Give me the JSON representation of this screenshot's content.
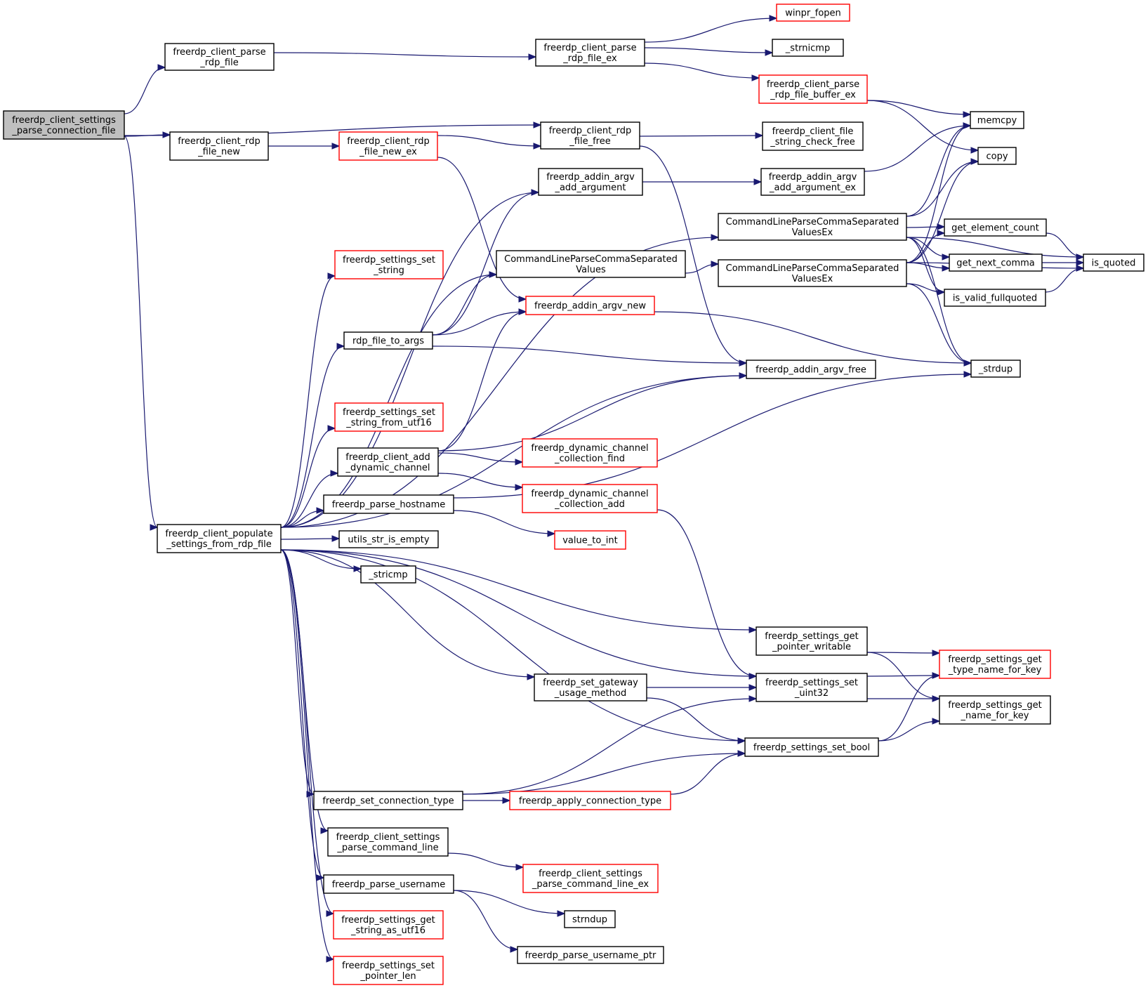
{
  "colors": {
    "edge": "#191970",
    "node_border": "#000000",
    "node_border_truncated": "#ff0000",
    "root_fill": "#bfbfbf",
    "node_fill": "#ffffff"
  },
  "graph": {
    "root": "freerdp_client_settings_parse_connection_file",
    "nodes": [
      {
        "id": "root",
        "lines": [
          "freerdp_client_settings",
          "_parse_connection_file"
        ],
        "style": "root"
      },
      {
        "id": "parse_rdp_file",
        "lines": [
          "freerdp_client_parse",
          "_rdp_file"
        ],
        "style": "normal"
      },
      {
        "id": "parse_rdp_file_ex",
        "lines": [
          "freerdp_client_parse",
          "_rdp_file_ex"
        ],
        "style": "normal"
      },
      {
        "id": "winpr_fopen",
        "lines": [
          "winpr_fopen"
        ],
        "style": "red"
      },
      {
        "id": "strnicmp",
        "lines": [
          "_strnicmp"
        ],
        "style": "normal"
      },
      {
        "id": "parse_buffer_ex",
        "lines": [
          "freerdp_client_parse",
          "_rdp_file_buffer_ex"
        ],
        "style": "red"
      },
      {
        "id": "memcpy",
        "lines": [
          "memcpy"
        ],
        "style": "normal"
      },
      {
        "id": "copy",
        "lines": [
          "copy"
        ],
        "style": "normal"
      },
      {
        "id": "rdp_file_new",
        "lines": [
          "freerdp_client_rdp",
          "_file_new"
        ],
        "style": "normal"
      },
      {
        "id": "rdp_file_new_ex",
        "lines": [
          "freerdp_client_rdp",
          "_file_new_ex"
        ],
        "style": "red"
      },
      {
        "id": "rdp_file_free",
        "lines": [
          "freerdp_client_rdp",
          "_file_free"
        ],
        "style": "normal"
      },
      {
        "id": "file_string_check_free",
        "lines": [
          "freerdp_client_file",
          "_string_check_free"
        ],
        "style": "normal"
      },
      {
        "id": "addin_argv_add_argument",
        "lines": [
          "freerdp_addin_argv",
          "_add_argument"
        ],
        "style": "normal"
      },
      {
        "id": "addin_argv_add_argument_ex",
        "lines": [
          "freerdp_addin_argv",
          "_add_argument_ex"
        ],
        "style": "normal"
      },
      {
        "id": "cmdline_csv_ex_top",
        "lines": [
          "CommandLineParseCommaSeparated",
          "ValuesEx"
        ],
        "style": "normal"
      },
      {
        "id": "get_element_count",
        "lines": [
          "get_element_count"
        ],
        "style": "normal"
      },
      {
        "id": "is_quoted",
        "lines": [
          "is_quoted"
        ],
        "style": "normal"
      },
      {
        "id": "settings_set_string",
        "lines": [
          "freerdp_settings_set",
          "_string"
        ],
        "style": "red"
      },
      {
        "id": "cmdline_csv",
        "lines": [
          "CommandLineParseCommaSeparated",
          "Values"
        ],
        "style": "normal"
      },
      {
        "id": "cmdline_csv_ex",
        "lines": [
          "CommandLineParseCommaSeparated",
          "ValuesEx"
        ],
        "style": "normal"
      },
      {
        "id": "get_next_comma",
        "lines": [
          "get_next_comma"
        ],
        "style": "normal"
      },
      {
        "id": "is_valid_fullquoted",
        "lines": [
          "is_valid_fullquoted"
        ],
        "style": "normal"
      },
      {
        "id": "addin_argv_new",
        "lines": [
          "freerdp_addin_argv_new"
        ],
        "style": "red"
      },
      {
        "id": "rdp_file_to_args",
        "lines": [
          "rdp_file_to_args"
        ],
        "style": "normal"
      },
      {
        "id": "addin_argv_free",
        "lines": [
          "freerdp_addin_argv_free"
        ],
        "style": "normal"
      },
      {
        "id": "strdup",
        "lines": [
          "_strdup"
        ],
        "style": "normal"
      },
      {
        "id": "set_string_from_utf16",
        "lines": [
          "freerdp_settings_set",
          "_string_from_utf16"
        ],
        "style": "red"
      },
      {
        "id": "client_add_dynamic_channel",
        "lines": [
          "freerdp_client_add",
          "_dynamic_channel"
        ],
        "style": "normal"
      },
      {
        "id": "dyn_channel_find",
        "lines": [
          "freerdp_dynamic_channel",
          "_collection_find"
        ],
        "style": "red"
      },
      {
        "id": "dyn_channel_add",
        "lines": [
          "freerdp_dynamic_channel",
          "_collection_add"
        ],
        "style": "red"
      },
      {
        "id": "populate_settings",
        "lines": [
          "freerdp_client_populate",
          "_settings_from_rdp_file"
        ],
        "style": "normal"
      },
      {
        "id": "parse_hostname",
        "lines": [
          "freerdp_parse_hostname"
        ],
        "style": "normal"
      },
      {
        "id": "value_to_int",
        "lines": [
          "value_to_int"
        ],
        "style": "red"
      },
      {
        "id": "utils_str_is_empty",
        "lines": [
          "utils_str_is_empty"
        ],
        "style": "normal"
      },
      {
        "id": "stricmp",
        "lines": [
          "_stricmp"
        ],
        "style": "normal"
      },
      {
        "id": "get_pointer_writable",
        "lines": [
          "freerdp_settings_get",
          "_pointer_writable"
        ],
        "style": "normal"
      },
      {
        "id": "get_type_name_for_key",
        "lines": [
          "freerdp_settings_get",
          "_type_name_for_key"
        ],
        "style": "red"
      },
      {
        "id": "set_gateway_usage_method",
        "lines": [
          "freerdp_set_gateway",
          "_usage_method"
        ],
        "style": "normal"
      },
      {
        "id": "settings_set_uint32",
        "lines": [
          "freerdp_settings_set",
          "_uint32"
        ],
        "style": "normal"
      },
      {
        "id": "get_name_for_key",
        "lines": [
          "freerdp_settings_get",
          "_name_for_key"
        ],
        "style": "normal"
      },
      {
        "id": "settings_set_bool",
        "lines": [
          "freerdp_settings_set_bool"
        ],
        "style": "normal"
      },
      {
        "id": "set_connection_type",
        "lines": [
          "freerdp_set_connection_type"
        ],
        "style": "normal"
      },
      {
        "id": "apply_connection_type",
        "lines": [
          "freerdp_apply_connection_type"
        ],
        "style": "red"
      },
      {
        "id": "parse_command_line",
        "lines": [
          "freerdp_client_settings",
          "_parse_command_line"
        ],
        "style": "normal"
      },
      {
        "id": "parse_command_line_ex",
        "lines": [
          "freerdp_client_settings",
          "_parse_command_line_ex"
        ],
        "style": "red"
      },
      {
        "id": "parse_username",
        "lines": [
          "freerdp_parse_username"
        ],
        "style": "normal"
      },
      {
        "id": "strndup",
        "lines": [
          "strndup"
        ],
        "style": "normal"
      },
      {
        "id": "parse_username_ptr",
        "lines": [
          "freerdp_parse_username_ptr"
        ],
        "style": "normal"
      },
      {
        "id": "get_string_as_utf16",
        "lines": [
          "freerdp_settings_get",
          "_string_as_utf16"
        ],
        "style": "red"
      },
      {
        "id": "set_pointer_len",
        "lines": [
          "freerdp_settings_set",
          "_pointer_len"
        ],
        "style": "red"
      }
    ],
    "edges": [
      [
        "root",
        "parse_rdp_file"
      ],
      [
        "root",
        "rdp_file_free"
      ],
      [
        "root",
        "rdp_file_new"
      ],
      [
        "root",
        "populate_settings"
      ],
      [
        "parse_rdp_file",
        "parse_rdp_file_ex"
      ],
      [
        "parse_rdp_file_ex",
        "winpr_fopen"
      ],
      [
        "parse_rdp_file_ex",
        "strnicmp"
      ],
      [
        "parse_rdp_file_ex",
        "parse_buffer_ex"
      ],
      [
        "parse_buffer_ex",
        "memcpy"
      ],
      [
        "parse_buffer_ex",
        "copy"
      ],
      [
        "rdp_file_new",
        "rdp_file_new_ex"
      ],
      [
        "rdp_file_new_ex",
        "rdp_file_free"
      ],
      [
        "rdp_file_new_ex",
        "addin_argv_new"
      ],
      [
        "rdp_file_free",
        "file_string_check_free"
      ],
      [
        "rdp_file_free",
        "addin_argv_free"
      ],
      [
        "addin_argv_add_argument",
        "addin_argv_add_argument_ex"
      ],
      [
        "addin_argv_add_argument_ex",
        "memcpy"
      ],
      [
        "cmdline_csv_ex_top",
        "memcpy"
      ],
      [
        "cmdline_csv_ex_top",
        "copy"
      ],
      [
        "cmdline_csv_ex_top",
        "get_element_count"
      ],
      [
        "cmdline_csv_ex_top",
        "is_quoted"
      ],
      [
        "cmdline_csv_ex_top",
        "get_next_comma"
      ],
      [
        "cmdline_csv_ex_top",
        "is_valid_fullquoted"
      ],
      [
        "cmdline_csv_ex_top",
        "strdup"
      ],
      [
        "cmdline_csv",
        "cmdline_csv_ex"
      ],
      [
        "cmdline_csv_ex",
        "memcpy"
      ],
      [
        "cmdline_csv_ex",
        "copy"
      ],
      [
        "cmdline_csv_ex",
        "get_element_count"
      ],
      [
        "cmdline_csv_ex",
        "get_next_comma"
      ],
      [
        "cmdline_csv_ex",
        "is_valid_fullquoted"
      ],
      [
        "cmdline_csv_ex",
        "is_quoted"
      ],
      [
        "cmdline_csv_ex",
        "strdup"
      ],
      [
        "get_element_count",
        "is_quoted"
      ],
      [
        "get_next_comma",
        "is_quoted"
      ],
      [
        "is_valid_fullquoted",
        "is_quoted"
      ],
      [
        "addin_argv_new",
        "strdup"
      ],
      [
        "rdp_file_to_args",
        "addin_argv_add_argument"
      ],
      [
        "rdp_file_to_args",
        "cmdline_csv"
      ],
      [
        "rdp_file_to_args",
        "addin_argv_new"
      ],
      [
        "rdp_file_to_args",
        "addin_argv_free"
      ],
      [
        "client_add_dynamic_channel",
        "addin_argv_new"
      ],
      [
        "client_add_dynamic_channel",
        "addin_argv_free"
      ],
      [
        "client_add_dynamic_channel",
        "dyn_channel_find"
      ],
      [
        "client_add_dynamic_channel",
        "dyn_channel_add"
      ],
      [
        "dyn_channel_add",
        "settings_set_uint32"
      ],
      [
        "parse_hostname",
        "value_to_int"
      ],
      [
        "parse_hostname",
        "strdup"
      ],
      [
        "populate_settings",
        "addin_argv_add_argument"
      ],
      [
        "populate_settings",
        "cmdline_csv_ex_top"
      ],
      [
        "populate_settings",
        "settings_set_string"
      ],
      [
        "populate_settings",
        "cmdline_csv"
      ],
      [
        "populate_settings",
        "rdp_file_to_args"
      ],
      [
        "populate_settings",
        "addin_argv_free"
      ],
      [
        "populate_settings",
        "set_string_from_utf16"
      ],
      [
        "populate_settings",
        "client_add_dynamic_channel"
      ],
      [
        "populate_settings",
        "parse_hostname"
      ],
      [
        "populate_settings",
        "utils_str_is_empty"
      ],
      [
        "populate_settings",
        "stricmp"
      ],
      [
        "populate_settings",
        "get_pointer_writable"
      ],
      [
        "populate_settings",
        "settings_set_uint32"
      ],
      [
        "populate_settings",
        "set_gateway_usage_method"
      ],
      [
        "populate_settings",
        "settings_set_bool"
      ],
      [
        "populate_settings",
        "set_connection_type"
      ],
      [
        "populate_settings",
        "parse_command_line"
      ],
      [
        "populate_settings",
        "parse_username"
      ],
      [
        "populate_settings",
        "get_string_as_utf16"
      ],
      [
        "populate_settings",
        "set_pointer_len"
      ],
      [
        "get_pointer_writable",
        "get_type_name_for_key"
      ],
      [
        "get_pointer_writable",
        "get_name_for_key"
      ],
      [
        "set_gateway_usage_method",
        "settings_set_uint32"
      ],
      [
        "set_gateway_usage_method",
        "settings_set_bool"
      ],
      [
        "settings_set_uint32",
        "get_type_name_for_key"
      ],
      [
        "settings_set_uint32",
        "get_name_for_key"
      ],
      [
        "settings_set_bool",
        "get_type_name_for_key"
      ],
      [
        "settings_set_bool",
        "get_name_for_key"
      ],
      [
        "set_connection_type",
        "settings_set_uint32"
      ],
      [
        "set_connection_type",
        "apply_connection_type"
      ],
      [
        "set_connection_type",
        "settings_set_bool"
      ],
      [
        "apply_connection_type",
        "settings_set_bool"
      ],
      [
        "parse_command_line",
        "parse_command_line_ex"
      ],
      [
        "parse_username",
        "strndup"
      ],
      [
        "parse_username",
        "parse_username_ptr"
      ]
    ]
  }
}
